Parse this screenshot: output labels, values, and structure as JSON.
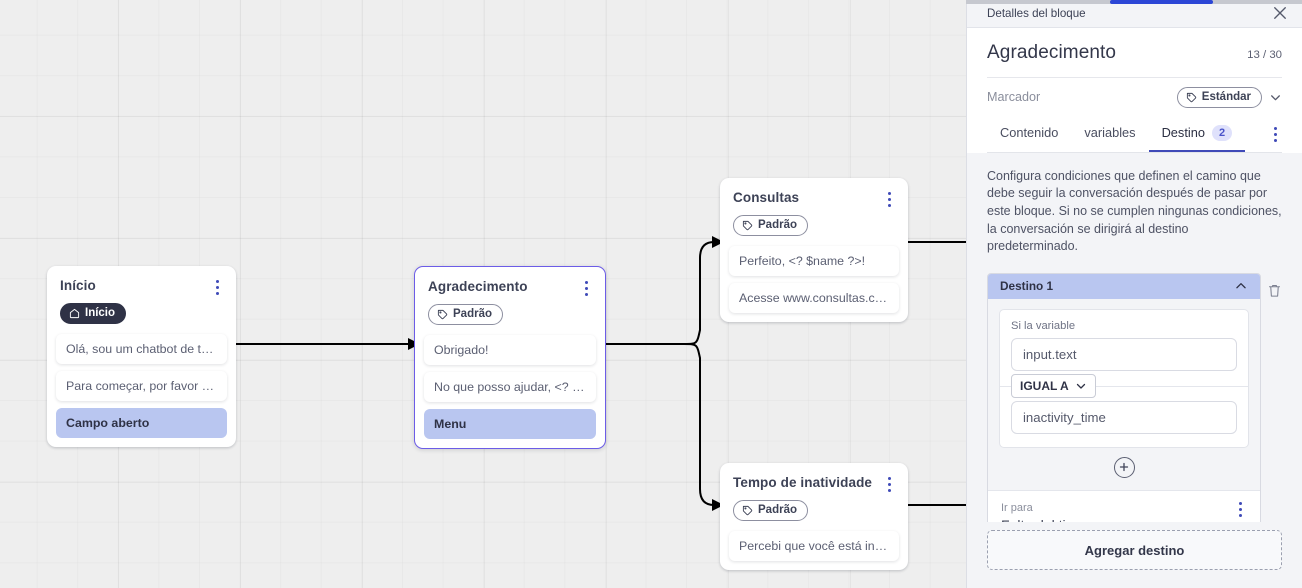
{
  "canvas": {
    "nodes": [
      {
        "id": "inicio",
        "title": "Início",
        "tag": "Início",
        "tag_icon": "home-icon",
        "tag_style": "dark",
        "messages": [
          {
            "text": "Olá, sou um chatbot de teste!",
            "style": "plain"
          },
          {
            "text": "Para começar, por favor digite o ...",
            "style": "plain"
          },
          {
            "text": "Campo aberto",
            "style": "accent"
          }
        ]
      },
      {
        "id": "agradecimento",
        "title": "Agradecimento",
        "tag": "Padrão",
        "tag_icon": "tag-icon",
        "tag_style": "outline",
        "selected": true,
        "messages": [
          {
            "text": "Obrigado!",
            "style": "plain"
          },
          {
            "text": "No que posso ajudar, <? $name ...",
            "style": "plain"
          },
          {
            "text": "Menu",
            "style": "accent"
          }
        ]
      },
      {
        "id": "consultas",
        "title": "Consultas",
        "tag": "Padrão",
        "tag_icon": "tag-icon",
        "tag_style": "outline",
        "messages": [
          {
            "text": "Perfeito, <? $name ?>!",
            "style": "plain"
          },
          {
            "text": "Acesse www.consultas.com par...",
            "style": "plain"
          }
        ]
      },
      {
        "id": "inatividade",
        "title": "Tempo de inatividade",
        "tag": "Padrão",
        "tag_icon": "tag-icon",
        "tag_style": "outline",
        "messages": [
          {
            "text": "Percebi que você está inativo. C...",
            "style": "plain"
          }
        ]
      }
    ]
  },
  "panel": {
    "header_title": "Detalles del bloque",
    "close_icon": "close-icon",
    "block_title": "Agradecimento",
    "counter": "13 / 30",
    "marcador_label": "Marcador",
    "marcador_value": "Estándar",
    "marcador_icon": "tag-icon",
    "marcador_chevron": "chevron-down-icon",
    "tabs": [
      {
        "label": "Contenido",
        "active": false
      },
      {
        "label": "variables",
        "active": false
      },
      {
        "label": "Destino",
        "badge": "2",
        "active": true
      }
    ],
    "tabs_more_icon": "kebab-menu-icon",
    "help_text": "Configura condiciones que definen el camino que debe seguir la conversación después de pasar por este bloque. Si no se cumplen ningunas condiciones, la conversación se dirigirá al destino predeterminado.",
    "destino": {
      "head_title": "Destino 1",
      "collapse_icon": "chevron-up-icon",
      "delete_icon": "trash-icon",
      "condition_label": "Si la variable",
      "variable_value": "input.text",
      "operator": "IGUAL A",
      "operator_icon": "chevron-down-icon",
      "compare_value": "inactivity_time",
      "add_condition_icon": "plus-circle-icon",
      "goto_label": "Ir para",
      "goto_value": "Falta del tiempo",
      "goto_more_icon": "kebab-menu-icon"
    },
    "add_destino_label": "Agregar destino"
  },
  "colors": {
    "accent_blue": "#3f4ab8",
    "node_accent": "#b9c6f0",
    "selected_border": "#6c5ce7",
    "scrollbar": "#2c46d6"
  }
}
